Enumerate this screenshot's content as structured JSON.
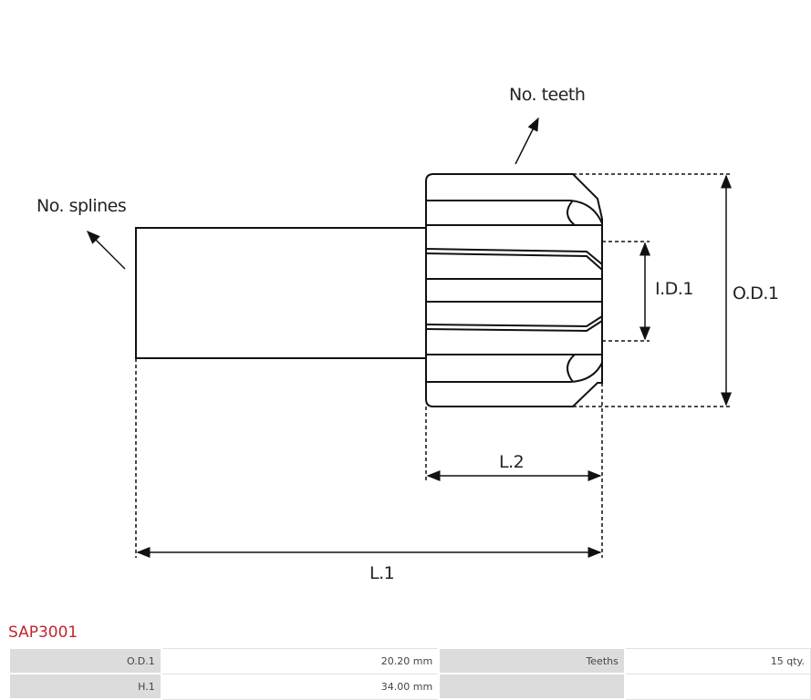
{
  "drawing": {
    "labels": {
      "teeth": "No. teeth",
      "splines": "No. splines",
      "id1": "I.D.1",
      "od1": "O.D.1",
      "l2": "L.2",
      "l1": "L.1"
    }
  },
  "product": {
    "code": "SAP3001",
    "specs": [
      {
        "label": "O.D.1",
        "value": "20.20 mm",
        "label2": "Teeths",
        "value2": "15 qty."
      },
      {
        "label": "H.1",
        "value": "34.00 mm",
        "label2": "",
        "value2": ""
      }
    ]
  }
}
